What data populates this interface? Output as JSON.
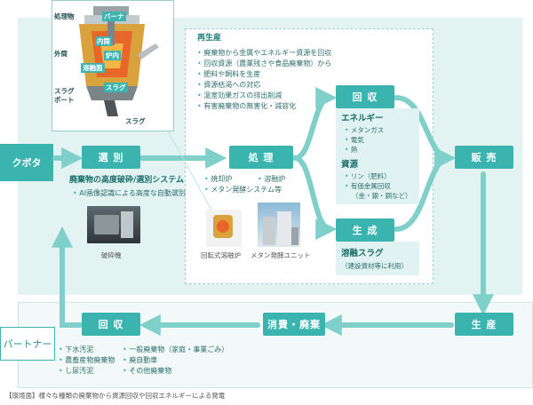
{
  "sides": {
    "kubota": "クボタ",
    "partner": "パートナー"
  },
  "nodes": {
    "sort": "選 別",
    "process": "処 理",
    "recover": "回 収",
    "generate": "生 成",
    "sales": "販 売",
    "production": "生 産",
    "consume": "消費・廃棄",
    "collect": "回 収"
  },
  "regeneration": {
    "title": "再生産",
    "items": [
      "廃棄物から金属やエネルギー資源を回収",
      "回収資源（農業残さや食品廃棄物）から",
      "肥料や飼料を生産",
      "資源枯渇への対応",
      "温室効果ガスの排出削減",
      "有害廃棄物の無害化・減容化"
    ]
  },
  "sort_detail": {
    "title": "廃棄物の高度破砕/選別システム",
    "items": [
      "AI画像認識による高度な自動選別"
    ],
    "photo_caption": "破砕機"
  },
  "process_detail": {
    "items": [
      "焼却炉",
      "溶融炉",
      "メタン発酵システム等"
    ],
    "caption_left": "回転式溶融炉",
    "caption_right": "メタン発酵ユニット"
  },
  "recover_detail": {
    "energy_title": "エネルギー",
    "energy_items": [
      "メタンガス",
      "電気",
      "熱"
    ],
    "resource_title": "資源",
    "resource_items": [
      "リン（肥料）",
      "有価金属回収",
      "（金・銀・銅など）"
    ]
  },
  "generate_detail": {
    "title": "溶融スラグ",
    "sub": "（建設資材等に利用）"
  },
  "partner_items": {
    "col1": [
      "下水汚泥",
      "農畜産物廃棄物",
      "し尿汚泥"
    ],
    "col2": [
      "一般廃棄物（家庭・事業ごみ）",
      "廃自動車",
      "その他廃棄物"
    ]
  },
  "inset": {
    "labels": [
      "処理物",
      "バーナ",
      "内筒",
      "外筒",
      "炉内",
      "溶融面",
      "スラグ",
      "スラグ",
      "ポート",
      "スラグ"
    ]
  },
  "footnote": "【環境面】様々な種類の廃棄物から資源回収や回収エネルギーによる発電",
  "colors": {
    "teal": "#3bb4b0",
    "panel": "#e0f2f1",
    "region": "#e3f3f2"
  }
}
